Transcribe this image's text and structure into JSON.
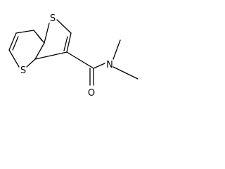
{
  "molecule": {
    "atoms": {
      "sulfur_top": "S",
      "sulfur_bottom": "S",
      "nitrogen": "N",
      "oxygen": "O"
    }
  }
}
